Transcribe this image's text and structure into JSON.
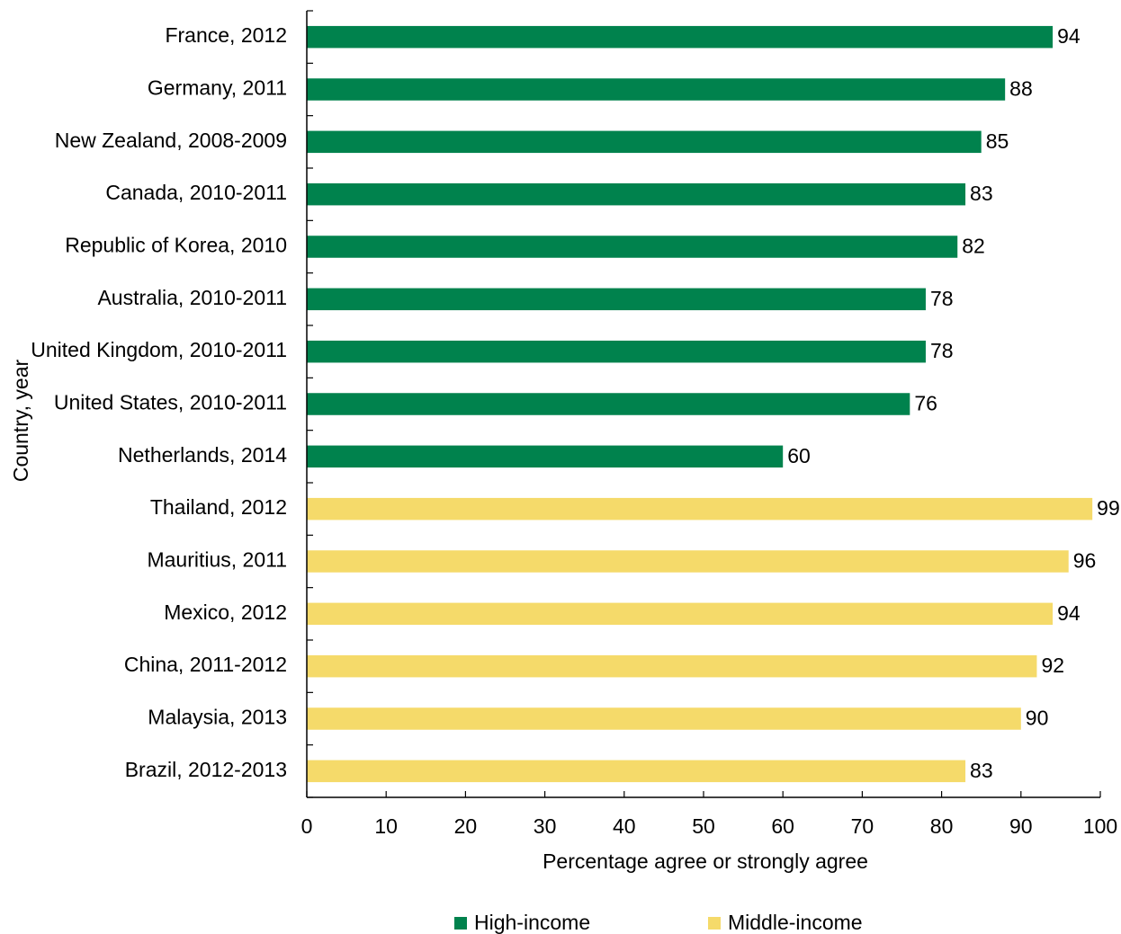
{
  "chart_data": {
    "type": "bar",
    "orientation": "horizontal",
    "title": "",
    "xlabel": "Percentage agree or strongly agree",
    "ylabel": "Country, year",
    "xlim": [
      0,
      100
    ],
    "xticks": [
      "0",
      "10",
      "20",
      "30",
      "40",
      "50",
      "60",
      "70",
      "80",
      "90",
      "100"
    ],
    "grid": false,
    "legend_position": "bottom",
    "colors": {
      "high": "#00824d",
      "middle": "#f5da6a"
    },
    "legend": [
      {
        "key": "high",
        "label": "High-income"
      },
      {
        "key": "middle",
        "label": "Middle-income"
      }
    ],
    "bars": [
      {
        "category": "France, 2012",
        "value": 94,
        "label": "94",
        "group": "high"
      },
      {
        "category": "Germany, 2011",
        "value": 88,
        "label": "88",
        "group": "high"
      },
      {
        "category": "New Zealand, 2008-2009",
        "value": 85,
        "label": "85",
        "group": "high"
      },
      {
        "category": "Canada, 2010-2011",
        "value": 83,
        "label": "83",
        "group": "high"
      },
      {
        "category": "Republic of Korea, 2010",
        "value": 82,
        "label": "82",
        "group": "high"
      },
      {
        "category": "Australia, 2010-2011",
        "value": 78,
        "label": "78",
        "group": "high"
      },
      {
        "category": "United Kingdom, 2010-2011",
        "value": 78,
        "label": "78",
        "group": "high"
      },
      {
        "category": "United States, 2010-2011",
        "value": 76,
        "label": "76",
        "group": "high"
      },
      {
        "category": "Netherlands, 2014",
        "value": 60,
        "label": "60",
        "group": "high"
      },
      {
        "category": "Thailand, 2012",
        "value": 99,
        "label": "99",
        "group": "middle"
      },
      {
        "category": "Mauritius, 2011",
        "value": 96,
        "label": "96",
        "group": "middle"
      },
      {
        "category": "Mexico, 2012",
        "value": 94,
        "label": "94",
        "group": "middle"
      },
      {
        "category": "China, 2011-2012",
        "value": 92,
        "label": "92",
        "group": "middle"
      },
      {
        "category": "Malaysia, 2013",
        "value": 90,
        "label": "90",
        "group": "middle"
      },
      {
        "category": "Brazil, 2012-2013",
        "value": 83,
        "label": "83",
        "group": "middle"
      }
    ]
  }
}
